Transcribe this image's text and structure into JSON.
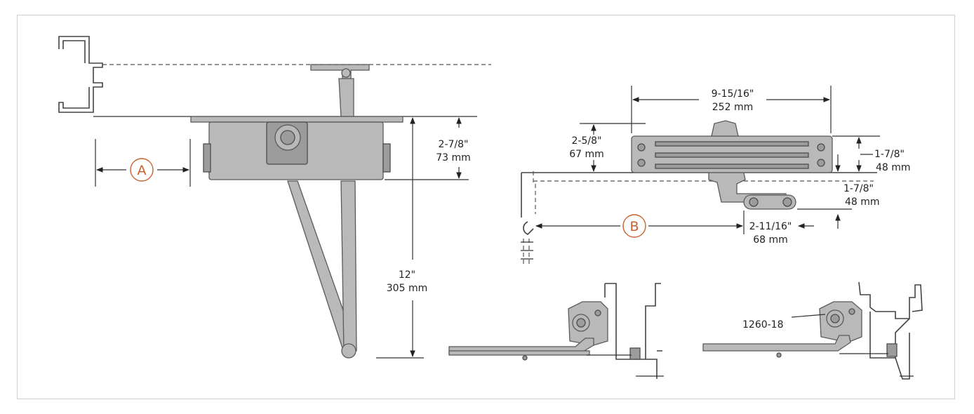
{
  "colors": {
    "callout": "#c8622e",
    "metal": "#b9b9b9",
    "line": "#333333",
    "border": "#cfcfcf"
  },
  "dimensions": {
    "a_height_in": "2-7/8\"",
    "a_height_mm": "73 mm",
    "overall_in": "12\"",
    "overall_mm": "305 mm",
    "body_length_in": "9-15/16\"",
    "body_length_mm": "252 mm",
    "mount_height_in": "2-5/8\"",
    "mount_height_mm": "67 mm",
    "body_height_in": "1-7/8\"",
    "body_height_mm": "48 mm",
    "shoe_height_in": "1-7/8\"",
    "shoe_height_mm": "48 mm",
    "shoe_offset_in": "2-11/16\"",
    "shoe_offset_mm": "68 mm"
  },
  "callouts": {
    "a": "A",
    "b": "B"
  },
  "part_label": "1260-18"
}
